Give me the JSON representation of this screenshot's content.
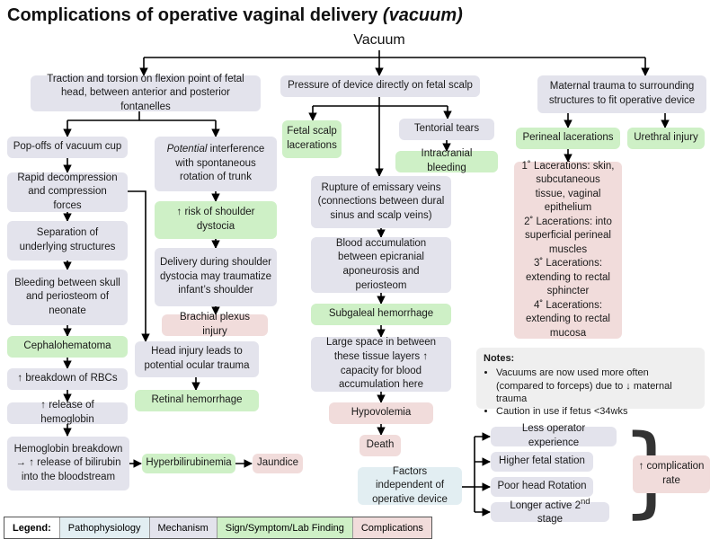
{
  "title": {
    "main": "Complications of operative vaginal delivery ",
    "paren": "(vacuum)"
  },
  "root": "Vacuum",
  "nodes": {
    "traction": "Traction and torsion on flexion point of fetal head, between anterior and posterior fontanelles",
    "pressure": "Pressure of device directly on fetal scalp",
    "maternal": "Maternal trauma to surrounding structures to fit operative device",
    "popoffs": "Pop-offs of vacuum cup",
    "potential_em": "Potential",
    "potential_rest": " interference with spontaneous rotation of trunk",
    "rapid": "Rapid decompression and compression forces",
    "separation": "Separation of underlying structures",
    "bleeding": "Bleeding between skull and periosteom of neonate",
    "cephalohematoma": "Cephalohematoma",
    "rbc": "↑ breakdown of RBCs",
    "hemoglobin": "↑ release of hemoglobin",
    "hgb_breakdown": "Hemoglobin breakdown → ↑ release of bilirubin into the bloodstream",
    "hyperbili": "Hyperbilirubinemia",
    "jaundice": "Jaundice",
    "shoulder_risk": "↑ risk of shoulder dystocia",
    "delivery": "Delivery during shoulder dystocia may traumatize infant’s shoulder",
    "brachial": "Brachial plexus injury",
    "head_injury": "Head injury leads to potential ocular trauma",
    "retinal": "Retinal hemorrhage",
    "scalp_lac": "Fetal scalp lacerations",
    "tentorial": "Tentorial tears",
    "intracranial": "Intracranial bleeding",
    "rupture": "Rupture of emissary veins (connections between dural sinus and scalp veins)",
    "blood_accum": "Blood accumulation between epicranial aponeurosis and periosteom",
    "subgaleal": "Subgaleal hemorrhage",
    "large_space": "Large space in between these tissue layers ↑ capacity for blood accumulation here",
    "hypovolemia": "Hypovolemia",
    "death": "Death",
    "perineal": "Perineal lacerations",
    "urethral": "Urethral injury",
    "lacerations": [
      "1˚ Lacerations: skin, subcutaneous tissue, vaginal epithelium",
      "2˚ Lacerations: into superficial perineal muscles",
      "3˚ Lacerations: extending to rectal sphincter",
      "4˚ Lacerations: extending to rectal mucosa"
    ],
    "factors": "Factors independent of operative device",
    "less_exp": "Less operator experience",
    "higher_station": "Higher fetal station",
    "poor_rotation": "Poor head Rotation",
    "longer_stage_a": "Longer active 2",
    "longer_stage_sup": "nd",
    "longer_stage_b": " stage",
    "complication_rate": "↑ complication rate"
  },
  "notes": {
    "title": "Notes:",
    "items": [
      "Vacuums are now used more often (compared to forceps) due to ↓ maternal trauma",
      "Caution in use if fetus <34wks"
    ]
  },
  "legend": {
    "label": "Legend:",
    "items": [
      "Pathophysiology",
      "Mechanism",
      "Sign/Symptom/Lab Finding",
      "Complications"
    ]
  },
  "colors": {
    "mechanism": "#e3e3ec",
    "sign": "#cef0c6",
    "complication": "#f1dcdb",
    "pathophysiology": "#e2eef2"
  }
}
